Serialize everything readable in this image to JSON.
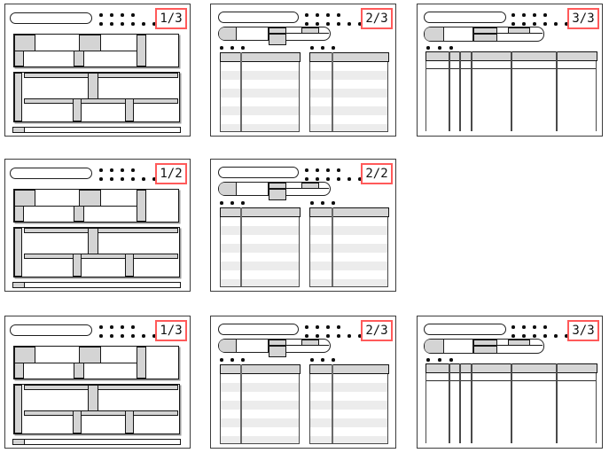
{
  "page": {
    "kind": "page-layout-thumbnail-grid",
    "background": "#ffffff"
  },
  "colors": {
    "badge_border": "#ff5a5a",
    "badge_text": "#111111",
    "block_fill": "#d4d4d4",
    "table_header_fill": "#d6d6d6",
    "table_stripe_fill": "#ececec",
    "line": "#161616"
  },
  "icons": {
    "dot": "round black dot",
    "title_pill": "rounded empty capsule",
    "toolbar_pill": "capsule toolbar with gray segments"
  },
  "dots": {
    "header_top_row_count": 4,
    "header_bottom_row_count": 6,
    "table_group_count": 3
  },
  "cards": [
    {
      "type": "blocks-page",
      "badge": "1/3",
      "grid": {
        "row": 0,
        "col": 0
      }
    },
    {
      "type": "two-tables-page",
      "badge": "2/3",
      "grid": {
        "row": 0,
        "col": 1
      }
    },
    {
      "type": "wide-table-page",
      "badge": "3/3",
      "grid": {
        "row": 0,
        "col": 2
      }
    },
    {
      "type": "blocks-page",
      "badge": "1/2",
      "grid": {
        "row": 1,
        "col": 0
      }
    },
    {
      "type": "two-tables-page",
      "badge": "2/2",
      "grid": {
        "row": 1,
        "col": 1
      }
    },
    {
      "type": "blocks-page",
      "badge": "1/3",
      "grid": {
        "row": 2,
        "col": 0
      }
    },
    {
      "type": "two-tables-page",
      "badge": "2/3",
      "grid": {
        "row": 2,
        "col": 1
      }
    },
    {
      "type": "wide-table-page",
      "badge": "3/3",
      "grid": {
        "row": 2,
        "col": 2
      }
    }
  ]
}
